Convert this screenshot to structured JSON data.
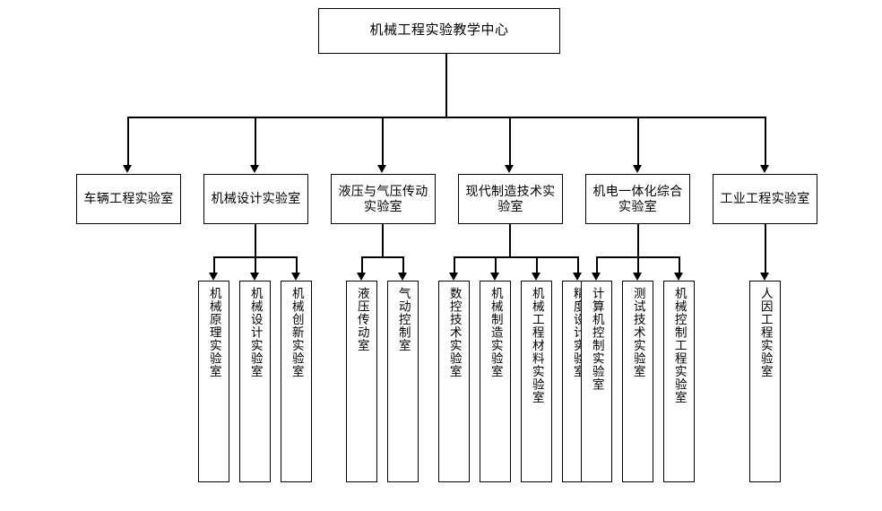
{
  "diagram": {
    "type": "organizational-tree",
    "title_node": "机械工程实验教学中心",
    "root": {
      "label": "机械工程实验教学中心"
    },
    "level2": [
      {
        "id": "vehicle",
        "label": "车辆工程实验室"
      },
      {
        "id": "mech-design",
        "label": "机械设计实验室"
      },
      {
        "id": "hydraulic",
        "label": "液压与气压传动实验室"
      },
      {
        "id": "manufacturing",
        "label": "现代制造技术实验室"
      },
      {
        "id": "mechatronics",
        "label": "机电一体化综合实验室"
      },
      {
        "id": "industrial",
        "label": "工业工程实验室"
      }
    ],
    "leaves": [
      {
        "parent": "mech-design",
        "label": "机械原理实验室"
      },
      {
        "parent": "mech-design",
        "label": "机械设计实验室"
      },
      {
        "parent": "mech-design",
        "label": "机械创新实验室"
      },
      {
        "parent": "hydraulic",
        "label": "液压传动室"
      },
      {
        "parent": "hydraulic",
        "label": "气动控制室"
      },
      {
        "parent": "manufacturing",
        "label": "数控技术实验室"
      },
      {
        "parent": "manufacturing",
        "label": "机械制造实验室"
      },
      {
        "parent": "manufacturing",
        "label": "机械工程材料实验室"
      },
      {
        "parent": "manufacturing",
        "label": "精度设计实验室"
      },
      {
        "parent": "mechatronics",
        "label": "计算机控制实验室"
      },
      {
        "parent": "mechatronics",
        "label": "测试技术实验室"
      },
      {
        "parent": "mechatronics",
        "label": "机械控制工程实验室"
      },
      {
        "parent": "industrial",
        "label": "人因工程实验室"
      }
    ],
    "colors": {
      "background": "#ffffff",
      "box_fill": "#ffffff",
      "box_border": "#000000",
      "connector": "#000000",
      "text": "#000000"
    }
  }
}
